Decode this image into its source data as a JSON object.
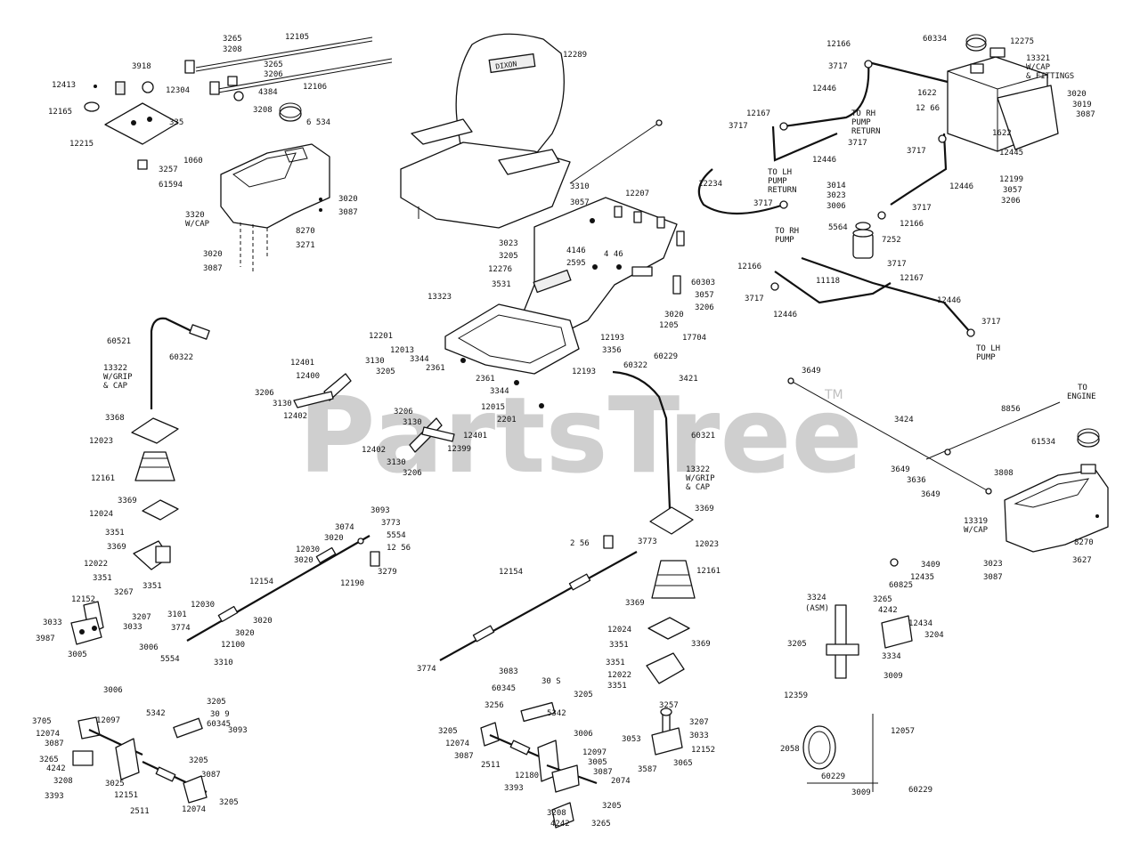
{
  "watermark": {
    "text": "PartsTree",
    "trademark": "TM"
  },
  "seat_brand": "DIXON",
  "labels": {
    "l12105": "12105",
    "l3265a": "3265",
    "l3208a": "3208",
    "l3265b": "3265",
    "l3206a": "3206",
    "l12106": "12106",
    "l4384": "4384",
    "l3208b": "3208",
    "l6534": "6 534",
    "l3918": "3918",
    "l12304": "12304",
    "l12413": "12413",
    "l12165": "12165",
    "l335": "335",
    "l12215": "12215",
    "l1060": "1060",
    "l3257a": "3257",
    "l61594": "61594",
    "l3020a": "3020",
    "l3087a": "3087",
    "l3320": "3320",
    "l3320cap": "W/CAP",
    "l8270a": "8270",
    "l3271": "3271",
    "l3020b": "3020",
    "l3087b": "3087",
    "l12289": "12289",
    "l3310": "3310",
    "l3057a": "3057",
    "l12207": "12207",
    "l3023a": "3023",
    "l3205a": "3205",
    "l4146": "4146",
    "l2595": "2595",
    "l446": "4 46",
    "l12276": "12276",
    "l3531": "3531",
    "l13323": "13323",
    "l60303": "60303",
    "l3057b": "3057",
    "l3206b": "3206",
    "l3020c": "3020",
    "l1205": "1205",
    "l12201": "12201",
    "l12013": "12013",
    "l3344a": "3344",
    "l2361a": "2361",
    "l2361b": "2361",
    "l3344b": "3344",
    "l12193a": "12193",
    "l3356": "3356",
    "l12193b": "12193",
    "l12015": "12015",
    "l2201": "2201",
    "l60521": "60521",
    "l60322a": "60322",
    "l13322a": "13322",
    "l13322a2": "W/GRIP",
    "l13322a3": "& CAP",
    "l3368a": "3368",
    "l12023a": "12023",
    "l12161a": "12161",
    "l3369a": "3369",
    "l12024a": "12024",
    "l3351a": "3351",
    "l3369b": "3369",
    "l12022a": "12022",
    "l3351b": "3351",
    "l3351c": "3351",
    "l12401a": "12401",
    "l3130a": "3130",
    "l12400": "12400",
    "l3206c": "3206",
    "l3205b": "3205",
    "l3130b": "3130",
    "l12402a": "12402",
    "l3206d": "3206",
    "l3130c": "3130",
    "l12401b": "12401",
    "l12399": "12399",
    "l12402b": "12402",
    "l3130d": "3130",
    "l3206e": "3206",
    "l12152a": "12152",
    "l3267": "3267",
    "l3033a": "3033",
    "l3207a": "3207",
    "l3033b": "3033",
    "l3987": "3987",
    "l3005a": "3005",
    "l3101": "3101",
    "l12030a": "12030",
    "l3774a": "3774",
    "l3006a": "3006",
    "l5554a": "5554",
    "l3020d": "3020",
    "l12100": "12100",
    "l3310b": "3310",
    "l12154a": "12154",
    "l3093a": "3093",
    "l3773a": "3773",
    "l3074": "3074",
    "l5554b": "5554",
    "l3020e": "3020",
    "l1256": "12 56",
    "l12030b": "12030",
    "l3020f": "3020",
    "l3279": "3279",
    "l12190": "12190",
    "l3006b": "3006",
    "l3205c": "3205",
    "l12097a": "12097",
    "l5342a": "5342",
    "l3089": "30 9",
    "l3705": "3705",
    "l12074a": "12074",
    "l3087c": "3087",
    "l60345a": "60345",
    "l3093b": "3093",
    "l3265c": "3265",
    "l4242a": "4242",
    "l3205d": "3205",
    "l3208c": "3208",
    "l3025": "3025",
    "l3393a": "3393",
    "l12151": "12151",
    "l2511a": "2511",
    "l12074b": "12074",
    "l3087d": "3087",
    "l3205e": "3205",
    "l12166a": "12166",
    "l60334": "60334",
    "l12275": "12275",
    "l3717a": "3717",
    "l13321": "13321",
    "l13321b": "W/CAP",
    "l13321c": "& FITTINGS",
    "l12446a": "12446",
    "l1622a": "1622",
    "l3020g": "3020",
    "l3019": "3019",
    "l3087e": "3087",
    "l12167a": "12167",
    "l3717b": "3717",
    "toRHPumpReturn1": "TO RH",
    "toRHPumpReturn2": "PUMP",
    "toRHPumpReturn3": "RETURN",
    "l12166b": "12 66",
    "l1622b": "1622",
    "l3717c": "3717",
    "l12446b": "12446",
    "l3717d": "3717",
    "l12445": "12445",
    "l12199": "12199",
    "l3057c": "3057",
    "l3206f": "3206",
    "l12234": "12234",
    "toLHPumpReturn1": "TO LH",
    "toLHPumpReturn2": "PUMP",
    "toLHPumpReturn3": "RETURN",
    "l3717e": "3717",
    "l3014": "3014",
    "l3023b": "3023",
    "l3006c": "3006",
    "l5564": "5564",
    "l7252": "7252",
    "l3717f": "3717",
    "l12166c": "12166",
    "l12446c": "12446",
    "toRHPump1": "TO RH",
    "toRHPump2": "PUMP",
    "l12166d": "12166",
    "l11118": "11118",
    "l3717g": "3717",
    "l12167b": "12167",
    "l3717h": "3717",
    "l12446d": "12446",
    "l12446e": "12446",
    "l3717i": "3717",
    "toLHPump1": "TO LH",
    "toLHPump2": "PUMP",
    "l17704": "17704",
    "l60229a": "60229",
    "l3421": "3421",
    "l60322b": "60322",
    "l60321": "60321",
    "l13322b": "13322",
    "l13322b2": "W/GRIP",
    "l13322b3": "& CAP",
    "l3369c": "3369",
    "l12023b": "12023",
    "l2156": "2 56",
    "l3773b": "3773",
    "l12161b": "12161",
    "l12154b": "12154",
    "l3369d": "3369",
    "l12024b": "12024",
    "l3351d": "3351",
    "l3369e": "3369",
    "l3351e": "3351",
    "l12022b": "12022",
    "l3351f": "3351",
    "l3774b": "3774",
    "l3083": "3083",
    "l3085": "30 S",
    "l60345b": "60345",
    "l3205f": "3205",
    "l3256": "3256",
    "l5342b": "5342",
    "l3205g": "3205",
    "l12074c": "12074",
    "l3087f": "3087",
    "l3006d": "3006",
    "l2511b": "2511",
    "l12097b": "12097",
    "l3005b": "3005",
    "l12180": "12180",
    "l3087g": "3087",
    "l3393b": "3393",
    "l2074": "2074",
    "l3205h": "3205",
    "l3208d": "3208",
    "l4242b": "4242",
    "l3265d": "3265",
    "l3257b": "3257",
    "l3207b": "3207",
    "l3053": "3053",
    "l3033c": "3033",
    "l3587": "3587",
    "l12152b": "12152",
    "l3065": "3065",
    "l3649a": "3649",
    "toEngine1": "TO",
    "toEngine2": "ENGINE",
    "l3424": "3424",
    "l8856": "8856",
    "l61534": "61534",
    "l3649b": "3649",
    "l3808": "3808",
    "l3636": "3636",
    "l3649c": "3649",
    "l13319": "13319",
    "l13319b": "W/CAP",
    "l8270b": "8270",
    "l3023c": "3023",
    "l3087h": "3087",
    "l3627": "3627",
    "l3409": "3409",
    "l12435": "12435",
    "l3324": "3324",
    "l3324b": "(ASM)",
    "l3265e": "3265",
    "l4242c": "4242",
    "l60825": "60825",
    "l12434": "12434",
    "l3204": "3204",
    "l3205i": "3205",
    "l3334": "3334",
    "l3009a": "3009",
    "l12359": "12359",
    "l2058": "2058",
    "l12057": "12057",
    "l60229b": "60229",
    "l60229c": "60229",
    "l3009b": "3009"
  }
}
